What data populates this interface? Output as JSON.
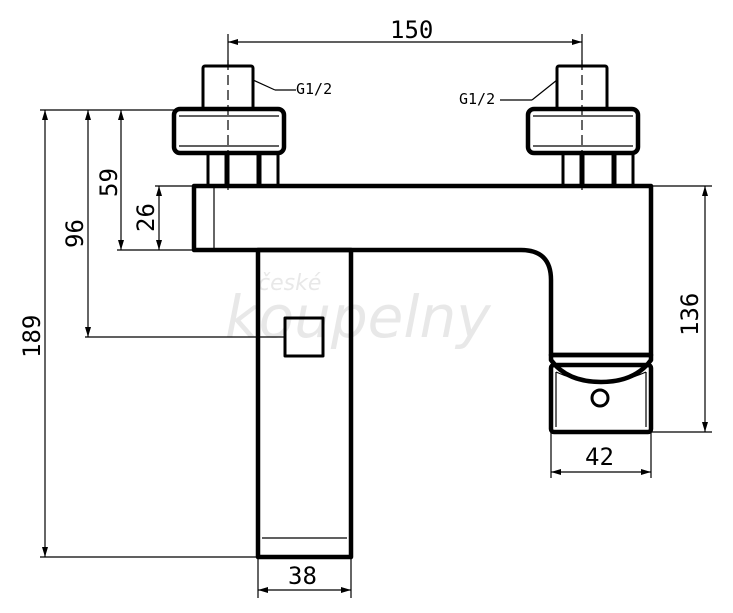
{
  "watermark": {
    "line1": "české",
    "line2": "koupelny"
  },
  "threads": {
    "left": "G1/2",
    "right": "G1/2"
  },
  "dimensions": {
    "top_span": "150",
    "height_total": "189",
    "height_96": "96",
    "height_59": "59",
    "height_26": "26",
    "height_136": "136",
    "width_42": "42",
    "width_38": "38"
  }
}
